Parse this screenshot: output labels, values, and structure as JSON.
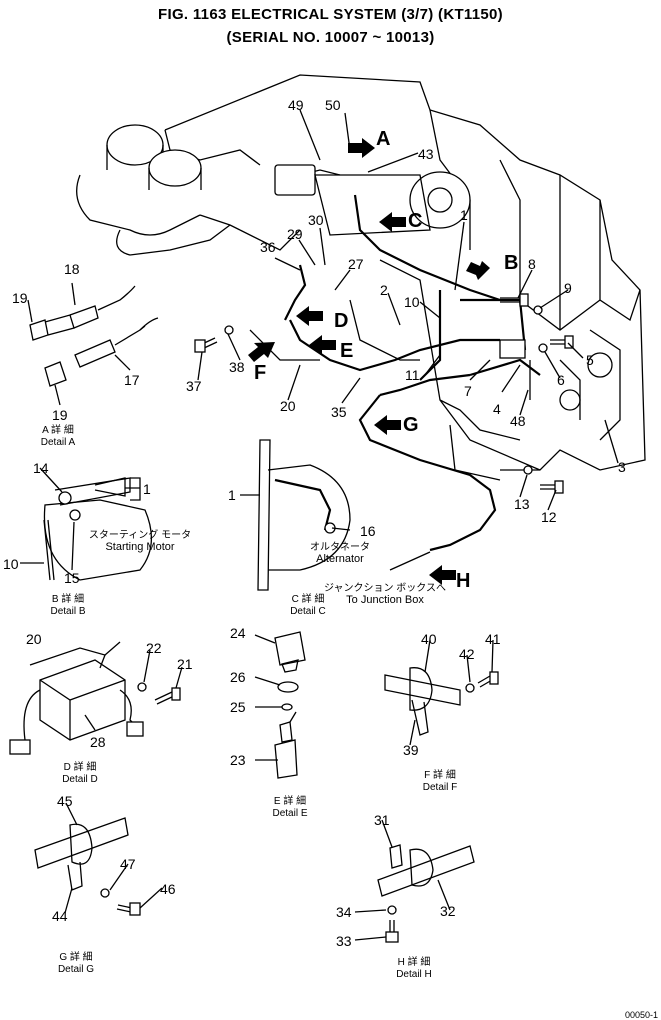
{
  "header": {
    "title": "FIG. 1163   ELECTRICAL SYSTEM (3/7) (KT1150)",
    "subtitle": "(SERIAL NO. 10007 ~ 10013)"
  },
  "callout_arrows": [
    "A",
    "B",
    "C",
    "D",
    "E",
    "F",
    "G",
    "H"
  ],
  "part_numbers": {
    "p1": "1",
    "p2": "2",
    "p3": "3",
    "p4": "4",
    "p5": "5",
    "p6": "6",
    "p7": "7",
    "p8": "8",
    "p9": "9",
    "p10": "10",
    "p11": "11",
    "p12": "12",
    "p13": "13",
    "p14": "14",
    "p15": "15",
    "p16": "16",
    "p17": "17",
    "p18": "18",
    "p19": "19",
    "p19b": "19",
    "p20": "20",
    "p20b": "20",
    "p21": "21",
    "p22": "22",
    "p23": "23",
    "p24": "24",
    "p25": "25",
    "p26": "26",
    "p27": "27",
    "p28": "28",
    "p29": "29",
    "p30": "30",
    "p31": "31",
    "p32": "32",
    "p33": "33",
    "p34": "34",
    "p35": "35",
    "p36": "36",
    "p37": "37",
    "p38": "38",
    "p39": "39",
    "p40": "40",
    "p41": "41",
    "p42": "42",
    "p43": "43",
    "p44": "44",
    "p45": "45",
    "p46": "46",
    "p47": "47",
    "p48": "48",
    "p49": "49",
    "p50": "50",
    "p1b": "1",
    "p1c": "1",
    "p10b": "10"
  },
  "details": {
    "a_jp": "A 詳 細",
    "a_en": "Detail A",
    "b_jp": "B 詳 細",
    "b_en": "Detail B",
    "c_jp": "C 詳 細",
    "c_en": "Detail C",
    "d_jp": "D 詳 細",
    "d_en": "Detail D",
    "e_jp": "E 詳 細",
    "e_en": "Detail E",
    "f_jp": "F 詳 細",
    "f_en": "Detail F",
    "g_jp": "G 詳 細",
    "g_en": "Detail G",
    "h_jp": "H 詳 細",
    "h_en": "Detail H"
  },
  "labels": {
    "starting_motor_jp": "スターティング モータ",
    "starting_motor_en": "Starting Motor",
    "alternator_jp": "オルタネータ",
    "alternator_en": "Alternator",
    "junction_jp": "ジャンクション ボックスへ",
    "junction_en": "To Junction Box"
  },
  "footer": {
    "code": "00050-1"
  }
}
